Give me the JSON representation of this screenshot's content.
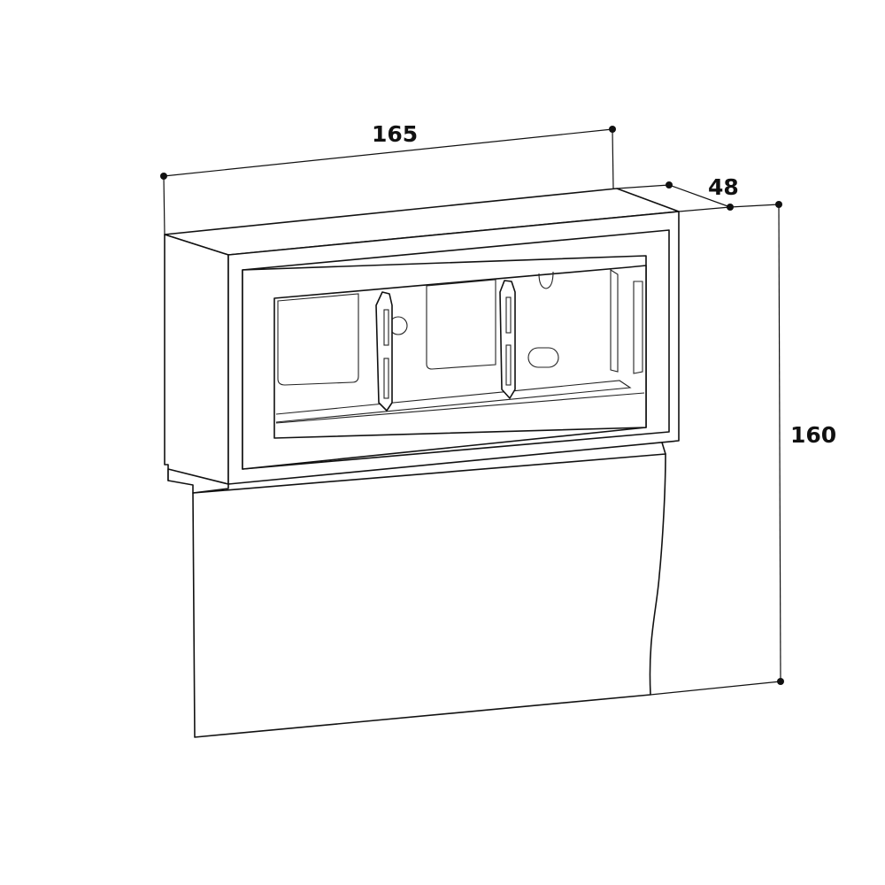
{
  "dimensions": {
    "width": "165",
    "depth": "48",
    "height": "160"
  },
  "colors": {
    "line": "#111111",
    "background": "#ffffff"
  }
}
